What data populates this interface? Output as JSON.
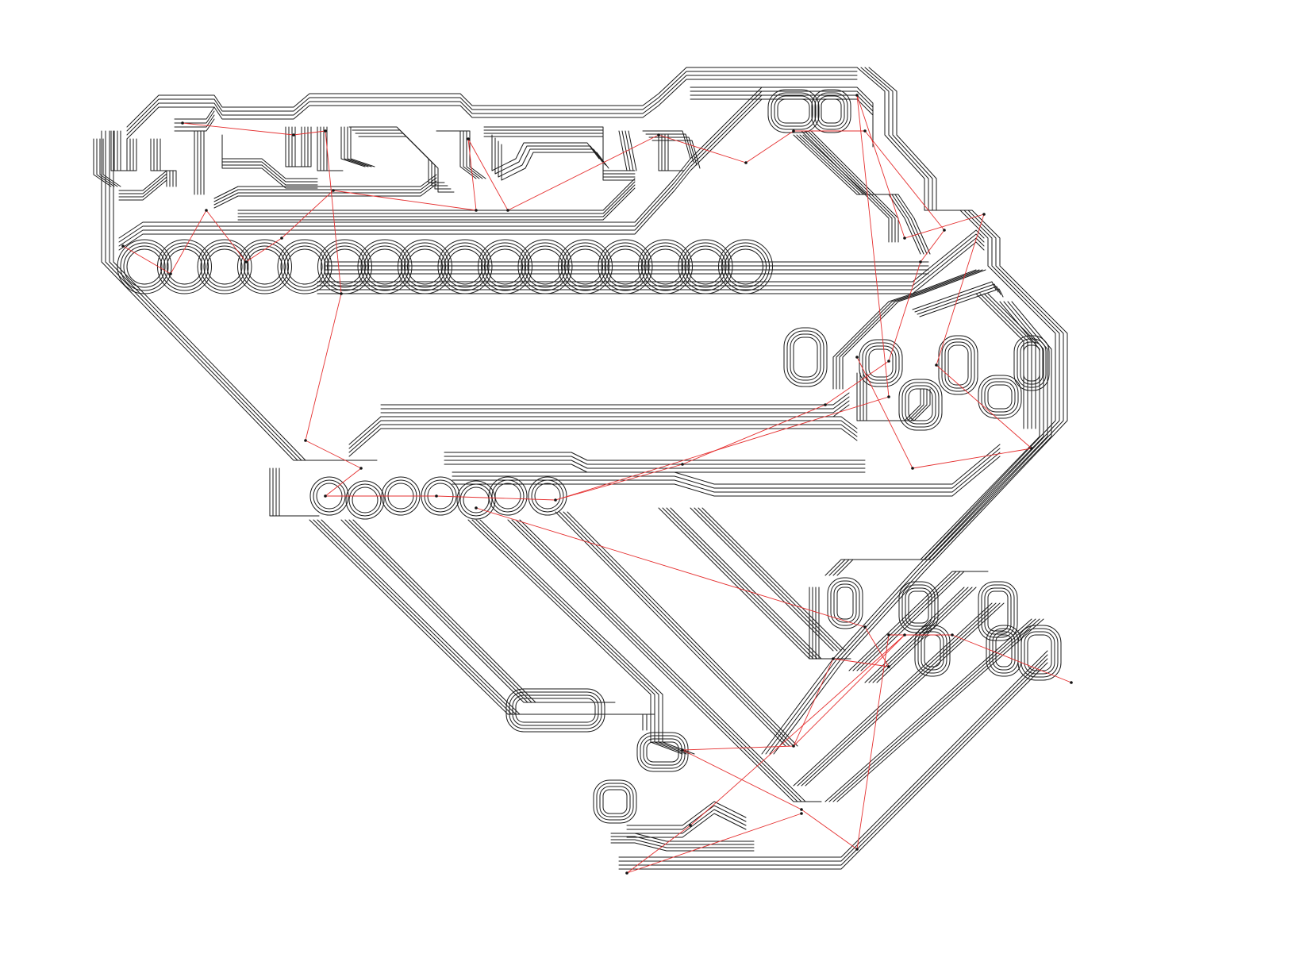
{
  "diagram": {
    "kind": "cnc-isolation-toolpath",
    "colors": {
      "background": "#ffffff",
      "toolpath": "#1a1a1a",
      "rapid_move": "#e53030",
      "node_marker": "#111111"
    },
    "toolpath_passes": 4,
    "pad_row_count": 16,
    "rapid_move_count": 48
  }
}
